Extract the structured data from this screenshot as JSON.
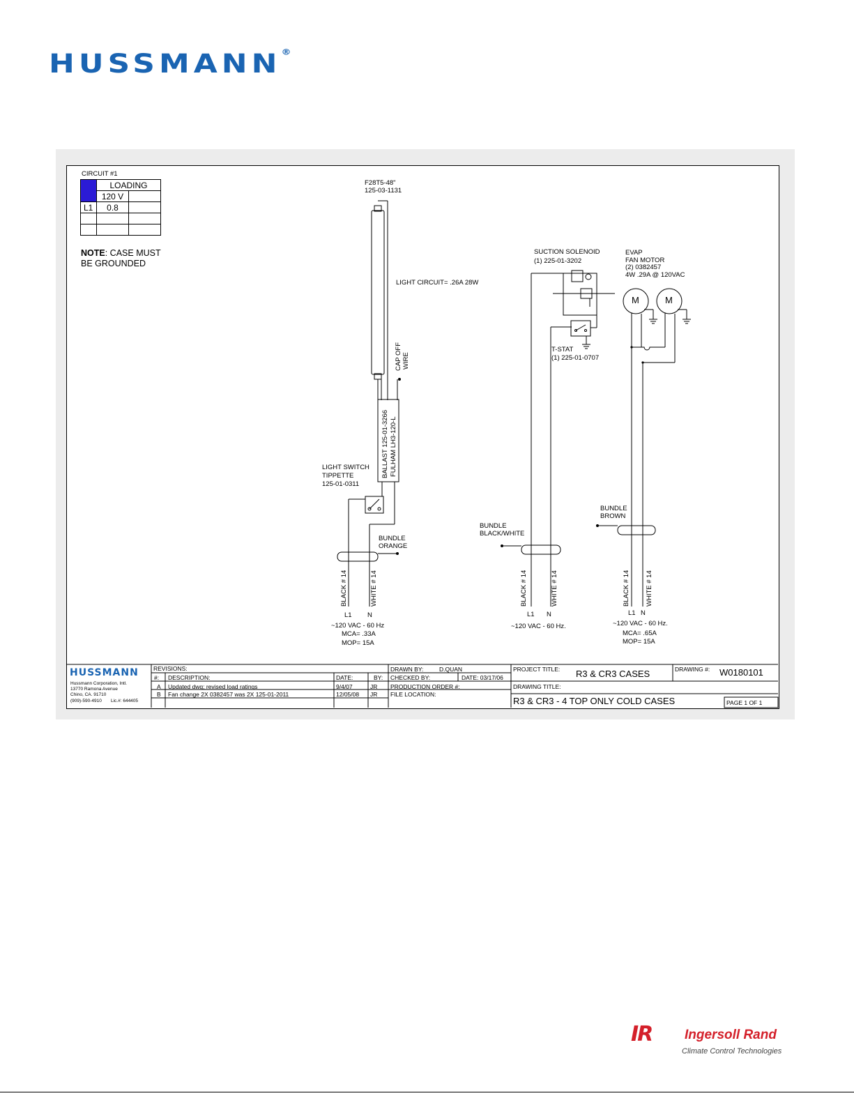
{
  "header": {
    "logo_text": "HUSSMANN",
    "logo_reg": "®"
  },
  "circuit": {
    "title": "CIRCUIT #1",
    "header": "LOADING",
    "voltage": "120 V",
    "row_label": "L1",
    "row_value": "0.8",
    "accent": "#2b1bd6"
  },
  "note": {
    "bold": "NOTE",
    "text1": ": CASE MUST",
    "text2": "BE GROUNDED"
  },
  "lamp": {
    "model": "F28T5-48\"",
    "part": "125-03-1131",
    "light_circuit": "LIGHT CIRCUIT= .26A 28W",
    "cap_off": "CAP OFF",
    "wire": "WIRE"
  },
  "ballast": {
    "line1": "BALLAST 125-01-3266",
    "line2": "FULHAM LH3-120-L"
  },
  "light_switch": {
    "line1": "LIGHT SWITCH",
    "line2": "TIPPETTE",
    "line3": "125-01-0311"
  },
  "bundle_orange": {
    "line1": "BUNDLE",
    "line2": "ORANGE"
  },
  "bundle_bw": {
    "line1": "BUNDLE",
    "line2": "BLACK/WHITE"
  },
  "bundle_brown": {
    "line1": "BUNDLE",
    "line2": "BROWN"
  },
  "solenoid": {
    "line1": "SUCTION SOLENOID",
    "line2": "(1) 225-01-3202"
  },
  "fan": {
    "line1": "EVAP",
    "line2": "FAN MOTOR",
    "line3": "(2) 0382457",
    "line4": "4W .29A @ 120VAC",
    "motor": "M"
  },
  "tstat": {
    "line1": "T-STAT",
    "line2": "(1) 225-01-0707"
  },
  "circuits": [
    {
      "black": "BLACK # 14",
      "white": "WHITE # 14",
      "l1": "L1",
      "n": "N",
      "supply": "~120 VAC - 60 Hz",
      "mca": "MCA= .33A",
      "mop": "MOP= 15A"
    },
    {
      "black": "BLACK # 14",
      "white": "WHITE # 14",
      "l1": "L1",
      "n": "N",
      "supply": "~120 VAC - 60 Hz.",
      "mca": "",
      "mop": ""
    },
    {
      "black": "BLACK # 14",
      "white": "WHITE # 14",
      "l1": "L1",
      "n": "N",
      "supply": "~120 VAC - 60 Hz.",
      "mca": "MCA= .65A",
      "mop": "MOP= 15A"
    }
  ],
  "title_block": {
    "logo": "HUSSMANN",
    "company": "Hussmann Corporation, Intl.",
    "address1": "13770 Ramona Avenue",
    "address2": "Chino, CA. 91710",
    "phone": "(909)-590-4910",
    "lic": "Lic.#: 644405",
    "revisions": "REVISIONS:",
    "col_num": "#:",
    "col_desc": "DESCRIPTION:",
    "col_date": "DATE:",
    "col_by": "BY:",
    "rev_rows": [
      {
        "num": "A",
        "desc": "Updated dwg; revised load ratings",
        "date": "9/4/07",
        "by": "JR"
      },
      {
        "num": "B",
        "desc": "Fan change 2X 0382457 was 2X 125-01-2011",
        "date": "12/05/08",
        "by": "JR"
      }
    ],
    "drawn_by_label": "DRAWN BY:",
    "drawn_by": "D.QUAN",
    "checked_by_label": "CHECKED BY:",
    "date_label": "DATE: 03/17/06",
    "production_order": "PRODUCTION ORDER #:",
    "file_location": "FILE LOCATION:",
    "project_title_label": "PROJECT TITLE:",
    "project_title": "R3 & CR3 CASES",
    "drawing_num_label": "DRAWING #:",
    "drawing_num": "W0180101",
    "drawing_title_label": "DRAWING TITLE:",
    "drawing_title": "R3 & CR3 - 4 TOP ONLY COLD CASES",
    "page": "PAGE 1 OF 1"
  },
  "footer": {
    "brand_mark": "IR",
    "brand": "Ingersoll Rand",
    "tagline": "Climate Control Technologies"
  }
}
